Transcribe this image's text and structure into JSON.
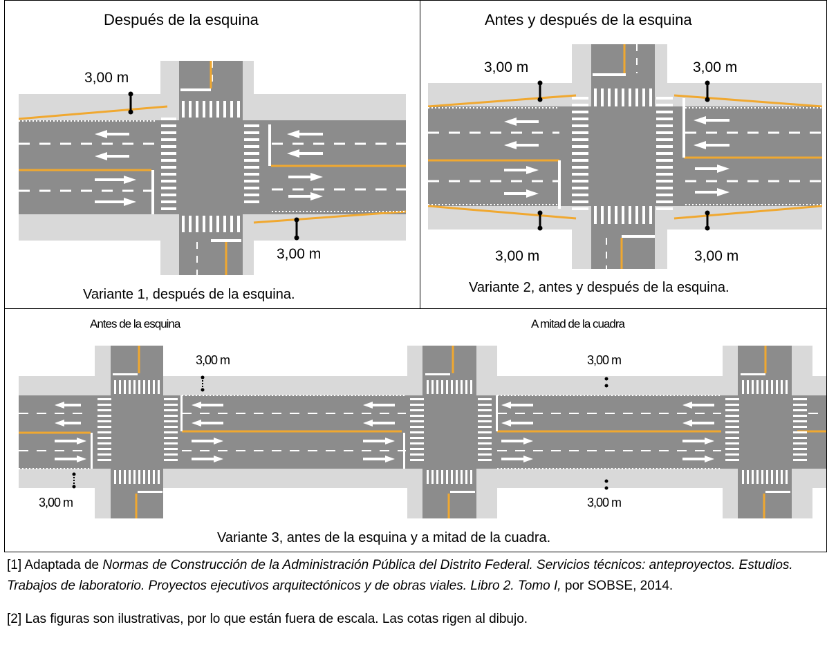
{
  "panel1": {
    "title": "Después de la esquina",
    "caption": "Variante 1, después de la esquina.",
    "dim_top": "3,00 m",
    "dim_bottom": "3,00 m"
  },
  "panel2": {
    "title": "Antes y después de la esquina",
    "caption": "Variante 2, antes y después de la esquina.",
    "dim_top_left": "3,00 m",
    "dim_top_right": "3,00 m",
    "dim_bottom_left": "3,00 m",
    "dim_bottom_right": "3,00 m"
  },
  "panel3": {
    "title_left": "Antes de la esquina",
    "title_right": "A mitad de la cuadra",
    "dim_top_left": "3,00 m",
    "dim_bottom_left": "3,00 m",
    "dim_top_right": "3,00 m",
    "dim_bottom_right": "3,00 m",
    "caption": "Variante 3, antes de la esquina y a mitad de la cuadra."
  },
  "notes": {
    "note1_prefix": "[1] Adaptada de ",
    "note1_italic": "Normas de Construcción de la Administración Pública del Distrito Federal. Servicios técnicos: anteproyectos. Estudios. Trabajos de laboratorio. Proyectos ejecutivos arquitectónicos y de obras viales. Libro 2. Tomo I,",
    "note1_suffix": " por SOBSE, 2014.",
    "note2": "[2] Las figuras son ilustrativas, por lo que están fuera de escala. Las cotas rigen al dibujo."
  },
  "colors": {
    "road": "#8c8c8c",
    "sidewalk": "#d9d9d9",
    "curb": "#f0a830",
    "marking": "#ffffff"
  }
}
